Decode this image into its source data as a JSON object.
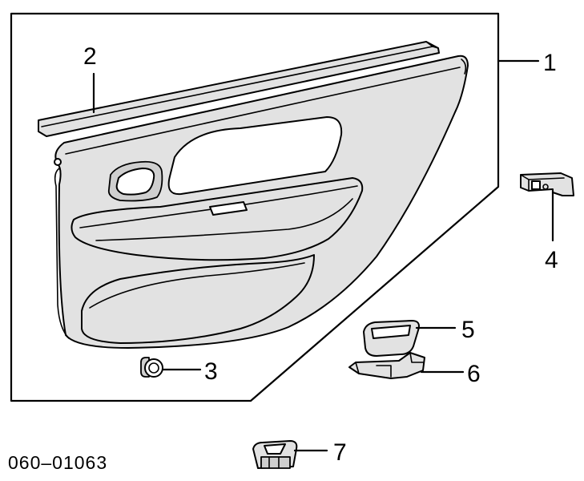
{
  "diagram": {
    "part_code": "060–01063",
    "callouts": [
      {
        "id": "1",
        "label": "1"
      },
      {
        "id": "2",
        "label": "2"
      },
      {
        "id": "3",
        "label": "3"
      },
      {
        "id": "4",
        "label": "4"
      },
      {
        "id": "5",
        "label": "5"
      },
      {
        "id": "6",
        "label": "6"
      },
      {
        "id": "7",
        "label": "7"
      }
    ]
  }
}
